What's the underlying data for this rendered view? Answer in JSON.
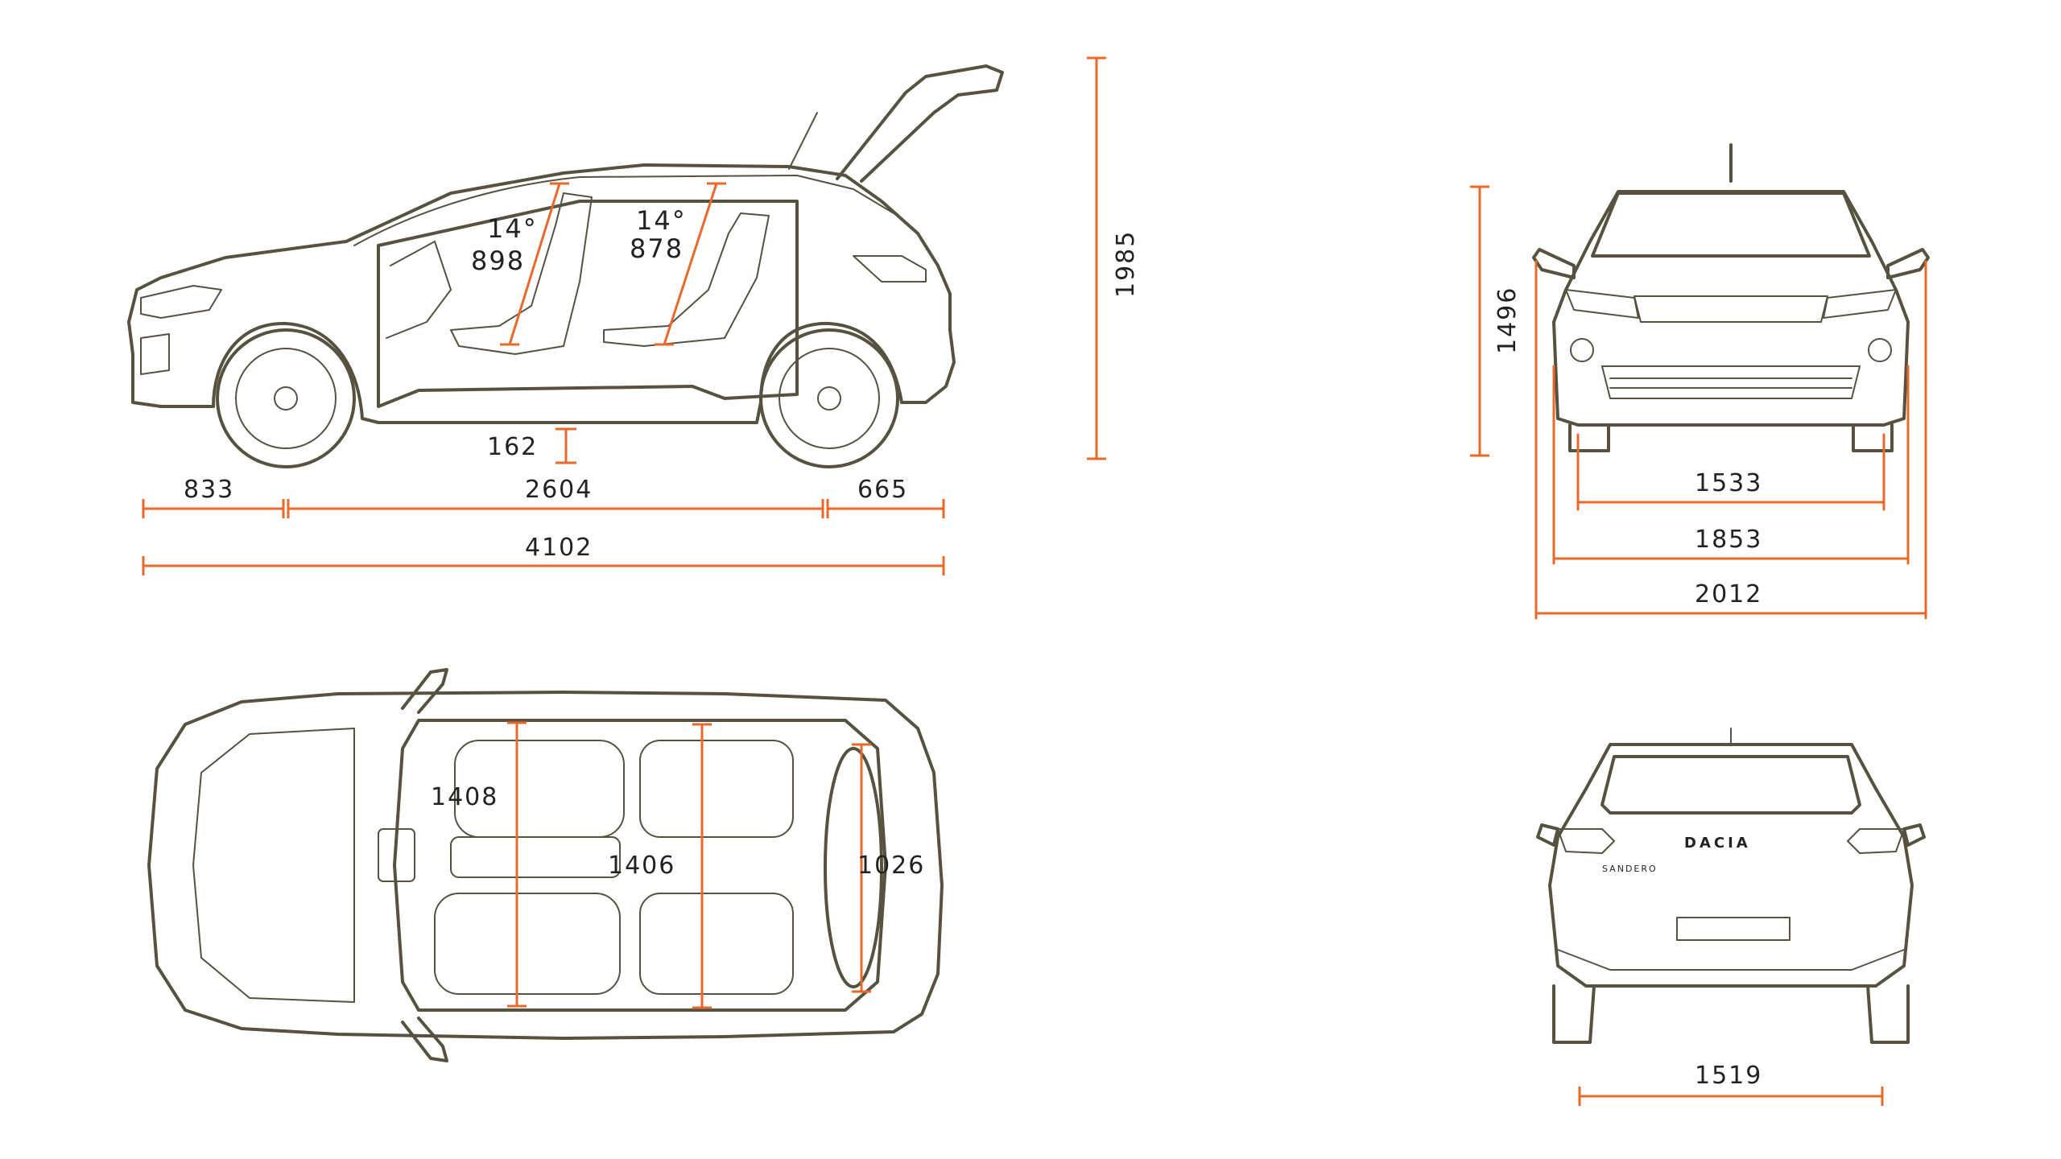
{
  "colors": {
    "dimension_line": "#e8692a",
    "vehicle_outline": "#57523f",
    "background": "#ffffff",
    "text": "#222222"
  },
  "side_view": {
    "front_overhang": "833",
    "wheelbase": "2604",
    "rear_overhang": "665",
    "overall_length": "4102",
    "ground_clearance": "162",
    "height_tailgate_open": "1985",
    "front_seat_angle": "14°",
    "front_headroom": "898",
    "rear_seat_angle": "14°",
    "rear_headroom": "878"
  },
  "front_view": {
    "height": "1496",
    "front_track": "1533",
    "width_without_mirrors": "1853",
    "width_with_mirrors": "2012"
  },
  "top_view": {
    "front_elbow_width": "1408",
    "rear_elbow_width": "1406",
    "boot_opening_width": "1026"
  },
  "rear_view": {
    "badge_brand": "DACIA",
    "badge_model": "SANDERO",
    "rear_track": "1519"
  }
}
